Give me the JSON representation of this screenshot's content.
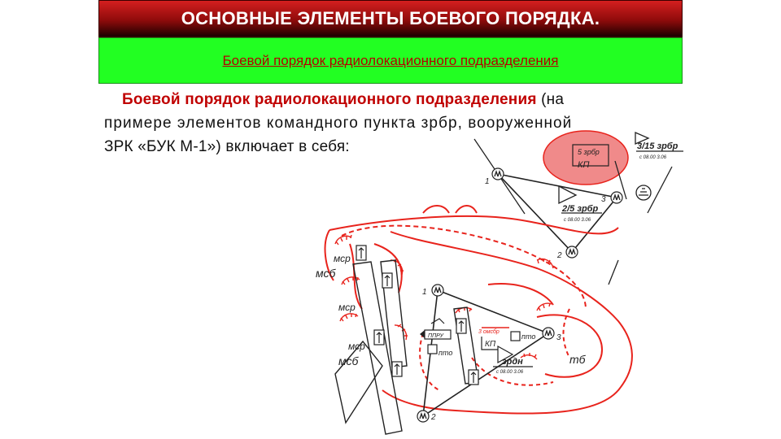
{
  "slide": {
    "title": "ОСНОВНЫЕ ЭЛЕМЕНТЫ БОЕВОГО ПОРЯДКА.",
    "subtitle": "Боевой порядок радиолокационного подразделения",
    "body": {
      "highlight": "Боевой порядок радиолокационного подразделения",
      "rest_line1": " (на",
      "line2": "примере элементов командного пункта зрбр, вооруженной",
      "line3": "ЗРК «БУК М-1») включает в себя:"
    }
  },
  "diagram": {
    "labels": {
      "kp_box_top": "5 зрбр",
      "kp_box_bottom": "КП",
      "zrbr_3_15": "3/15 зрбр",
      "zrbr_3_15_time": "с 08.00 3.06",
      "zrbr_2_5": "2/5 зрбр",
      "zrbr_2_5_time": "с 08.00 3.06",
      "pt1": "1",
      "pt2": "2",
      "pt3": "3",
      "msr_1": "мср",
      "msb_1": "мсб",
      "msr_2": "мср",
      "msr_3": "мср",
      "msb_2": "мсб",
      "lower_pt1": "1",
      "lower_pt2": "2",
      "lower_pt3": "3",
      "pto_1": "пто",
      "pto_2": "пто",
      "ppru": "ППРУ",
      "kp_lower_top": "3 омсбр",
      "kp_lower_bottom": "КП",
      "zrdn": "зрдн",
      "zrdn_time": "с 08.00 3.06",
      "tb": "тб"
    },
    "colors": {
      "red": "#e8231c",
      "dark": "#222222",
      "kp_fill": "#f08a8a"
    }
  }
}
